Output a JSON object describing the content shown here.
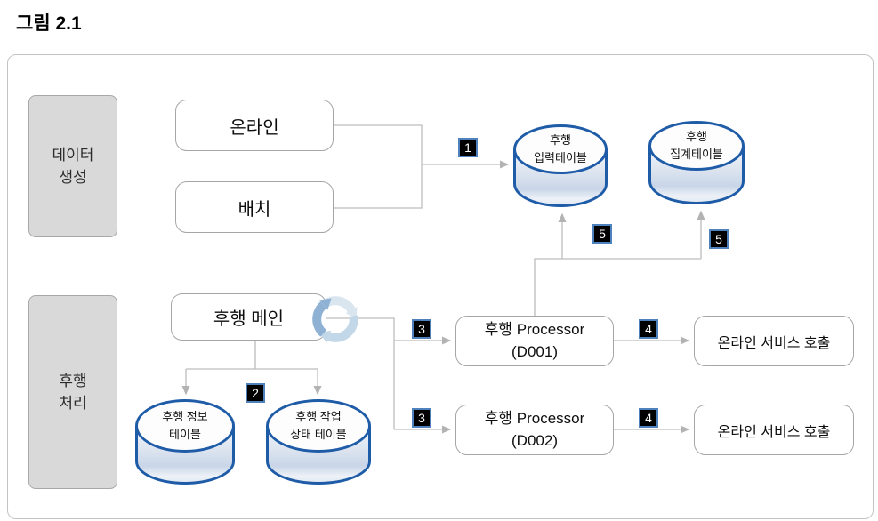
{
  "figure": {
    "title": "그림 2.1"
  },
  "lanes": {
    "data_generation": {
      "label": "데이터\n생성"
    },
    "post_processing": {
      "label": "후행\n처리"
    }
  },
  "boxes": {
    "online": {
      "label": "온라인"
    },
    "batch": {
      "label": "배치"
    },
    "main": {
      "label": "후행 메인"
    },
    "processor_d001": {
      "line1": "후행 Processor",
      "line2": "(D001)"
    },
    "processor_d002": {
      "line1": "후행 Processor",
      "line2": "(D002)"
    },
    "service_call_1": {
      "label": "온라인 서비스 호출"
    },
    "service_call_2": {
      "label": "온라인 서비스 호출"
    }
  },
  "tables": {
    "input": {
      "line1": "후행",
      "line2": "입력테이블"
    },
    "aggregate": {
      "line1": "후행",
      "line2": "집계테이블"
    },
    "info": {
      "line1": "후행 정보",
      "line2": "테이블"
    },
    "job_status": {
      "line1": "후행 작업",
      "line2": "상태 테이블"
    }
  },
  "steps": {
    "s1": "1",
    "s2": "2",
    "s3a": "3",
    "s3b": "3",
    "s4a": "4",
    "s4b": "4",
    "s5a": "5",
    "s5b": "5"
  },
  "icons": {
    "cycle": "cycle-arrows-icon"
  },
  "colors": {
    "cylinder_border": "#1f5ca8",
    "badge_background": "#000000",
    "badge_border": "#4f81bd",
    "lane_fill": "#d9d9d9",
    "node_border": "#a6a6a6",
    "connector": "#bdbdbd"
  }
}
